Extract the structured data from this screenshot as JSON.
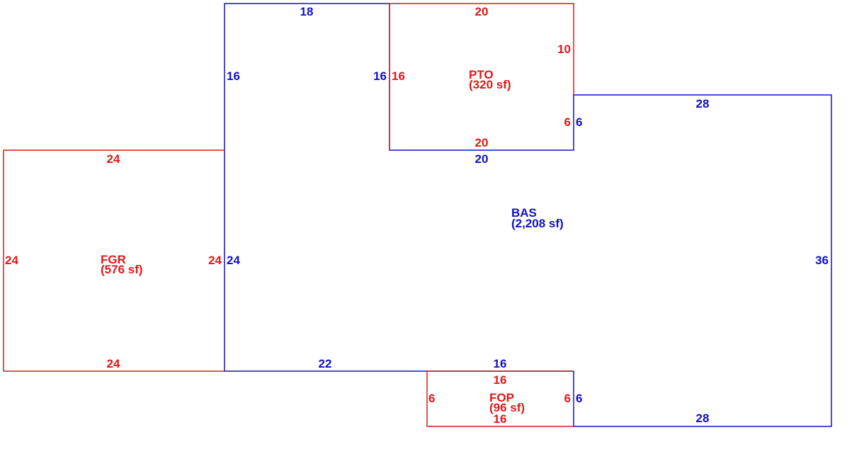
{
  "colors": {
    "base": "#1010c8",
    "addition": "#e01818",
    "background": "#ffffff"
  },
  "areas": {
    "bas": {
      "code": "BAS",
      "size": "(2,208 sf)"
    },
    "fgr": {
      "code": "FGR",
      "size": "(576 sf)"
    },
    "pto": {
      "code": "PTO",
      "size": "(320 sf)"
    },
    "fop": {
      "code": "FOP",
      "size": "(96 sf)"
    }
  },
  "dimensions": {
    "bas_top": "18",
    "bas_left_upper": "16",
    "bas_inner_right": "16",
    "bas_notch_bottom": "20",
    "bas_notch_right": "6",
    "bas_right_top": "28",
    "bas_left_lower": "24",
    "bas_right": "36",
    "bas_bottom_left": "22",
    "bas_bottom_mid": "16",
    "bas_fop_right": "6",
    "bas_bottom_right": "28",
    "fgr_top": "24",
    "fgr_left": "24",
    "fgr_right": "24",
    "fgr_bottom": "24",
    "pto_top": "20",
    "pto_right": "10",
    "pto_left": "16",
    "pto_inner_right": "6",
    "pto_bottom": "20",
    "fop_top": "16",
    "fop_left": "6",
    "fop_right": "6",
    "fop_bottom": "16"
  }
}
